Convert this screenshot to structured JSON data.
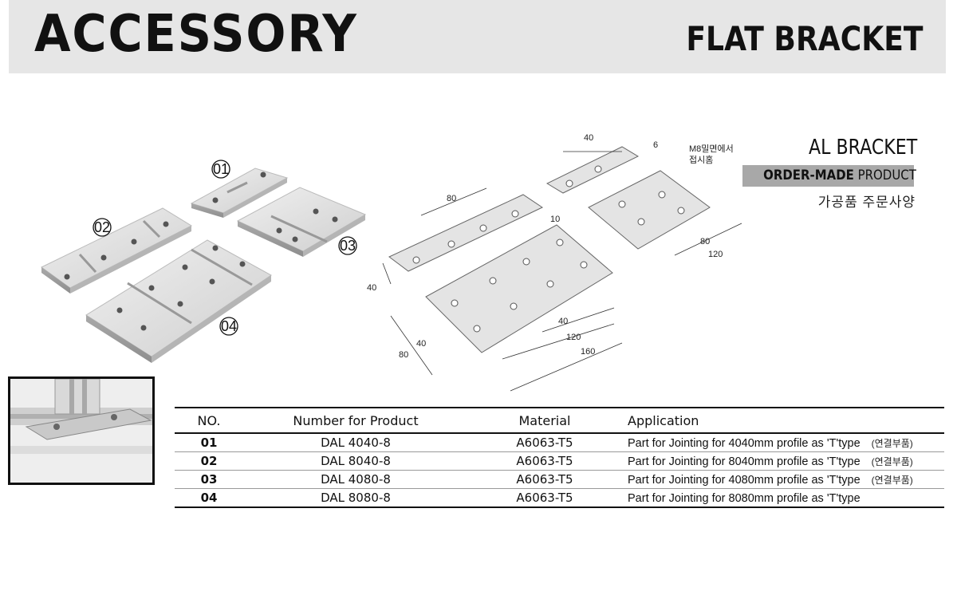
{
  "header": {
    "left_title": "ACCESSORY",
    "right_title": "FLAT BRACKET"
  },
  "photo_labels": [
    "01",
    "02",
    "03",
    "04"
  ],
  "drawing": {
    "dimensions": {
      "small_width": "40",
      "small_thickness": "6",
      "mid_length": "80",
      "mid_thickness": "10",
      "mid_width": "40",
      "wide_width": "80",
      "wide_length": "120",
      "big_a": "40",
      "big_b": "120",
      "big_c": "160",
      "big_d": "40",
      "big_e": "80"
    },
    "note_line1": "M8밀면에서",
    "note_line2": "접시홈"
  },
  "product": {
    "title": "AL BRACKET",
    "order_bold": "ORDER-MADE",
    "order_rest": "PRODUCT",
    "korean": "가공품 주문사양"
  },
  "table": {
    "headers": [
      "NO.",
      "Number for Product",
      "Material",
      "Application"
    ],
    "rows": [
      {
        "no": "01",
        "product": "DAL 4040-8",
        "material": "A6063-T5",
        "application": "Part for Jointing for 4040mm profile as 'T'type",
        "note": "(연결부품)"
      },
      {
        "no": "02",
        "product": "DAL 8040-8",
        "material": "A6063-T5",
        "application": "Part for Jointing for 8040mm profile as 'T'type",
        "note": "(연결부품)"
      },
      {
        "no": "03",
        "product": "DAL 4080-8",
        "material": "A6063-T5",
        "application": "Part for Jointing for 4080mm profile as 'T'type",
        "note": "(연결부품)"
      },
      {
        "no": "04",
        "product": "DAL 8080-8",
        "material": "A6063-T5",
        "application": "Part for Jointing for 8080mm profile as 'T'type",
        "note": ""
      }
    ]
  }
}
